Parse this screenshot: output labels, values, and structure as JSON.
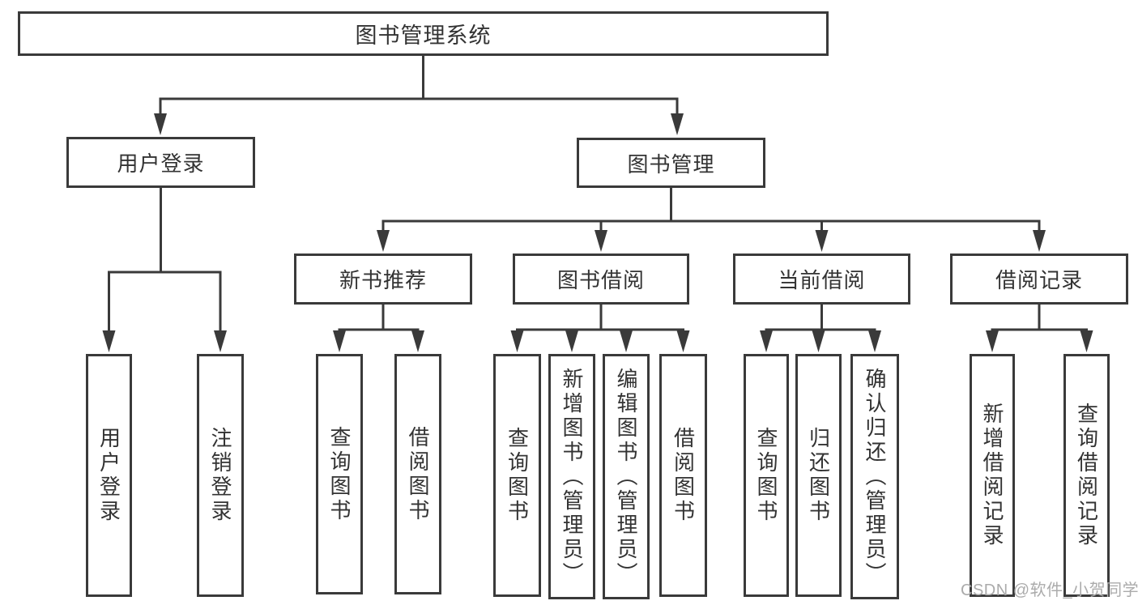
{
  "diagram_title": "图书管理系统",
  "tree": {
    "label": "图书管理系统",
    "children": [
      {
        "label": "用户登录",
        "children": [
          {
            "label": "用户登录"
          },
          {
            "label": "注销登录"
          }
        ]
      },
      {
        "label": "图书管理",
        "children": [
          {
            "label": "新书推荐",
            "children": [
              {
                "label": "查询图书"
              },
              {
                "label": "借阅图书"
              }
            ]
          },
          {
            "label": "图书借阅",
            "children": [
              {
                "label": "查询图书"
              },
              {
                "label": "新增图书（管理员）"
              },
              {
                "label": "编辑图书（管理员）"
              },
              {
                "label": "借阅图书"
              }
            ]
          },
          {
            "label": "当前借阅",
            "children": [
              {
                "label": "查询图书"
              },
              {
                "label": "归还图书"
              },
              {
                "label": "确认归还（管理员）"
              }
            ]
          },
          {
            "label": "借阅记录",
            "children": [
              {
                "label": "新增借阅记录"
              },
              {
                "label": "查询借阅记录"
              }
            ]
          }
        ]
      }
    ]
  },
  "watermark": {
    "text": "CSDN @软件_小贺同学"
  },
  "colors": {
    "line": "#3a3a3a",
    "box_fill": "#ffffff",
    "text": "#333333",
    "watermark": "#ababab"
  }
}
